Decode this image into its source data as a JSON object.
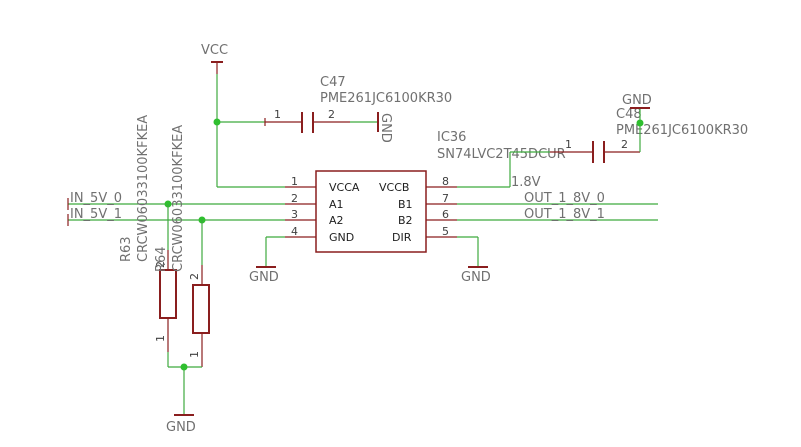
{
  "power": {
    "vcc": "VCC",
    "gnd": "GND"
  },
  "c47": {
    "ref": "C47",
    "value": "PME261JC6100KR30",
    "pin1": "1",
    "pin2": "2"
  },
  "c48": {
    "ref": "C48",
    "value": "PME261JC6100KR30",
    "pin1": "1",
    "pin2": "2"
  },
  "ic36": {
    "ref": "IC36",
    "value": "SN74LVC2T45DCUR",
    "left_pins": [
      {
        "num": "1",
        "name": "VCCA"
      },
      {
        "num": "2",
        "name": "A1"
      },
      {
        "num": "3",
        "name": "A2"
      },
      {
        "num": "4",
        "name": "GND"
      }
    ],
    "right_pins": [
      {
        "num": "8",
        "name": "VCCB"
      },
      {
        "num": "7",
        "name": "B1"
      },
      {
        "num": "6",
        "name": "B2"
      },
      {
        "num": "5",
        "name": "DIR"
      }
    ]
  },
  "r63": {
    "ref": "R63",
    "value": "CRCW06033100KFKEA",
    "pin1": "1",
    "pin2": "2"
  },
  "r64": {
    "ref": "R64",
    "value": "CRCW06033100KFKEA",
    "pin1": "1",
    "pin2": "2"
  },
  "nets": {
    "in0": "IN_5V_0",
    "in1": "IN_5V_1",
    "out0": "OUT_1_8V_0",
    "out1": "OUT_1_8V_1",
    "v18": "1.8V"
  }
}
